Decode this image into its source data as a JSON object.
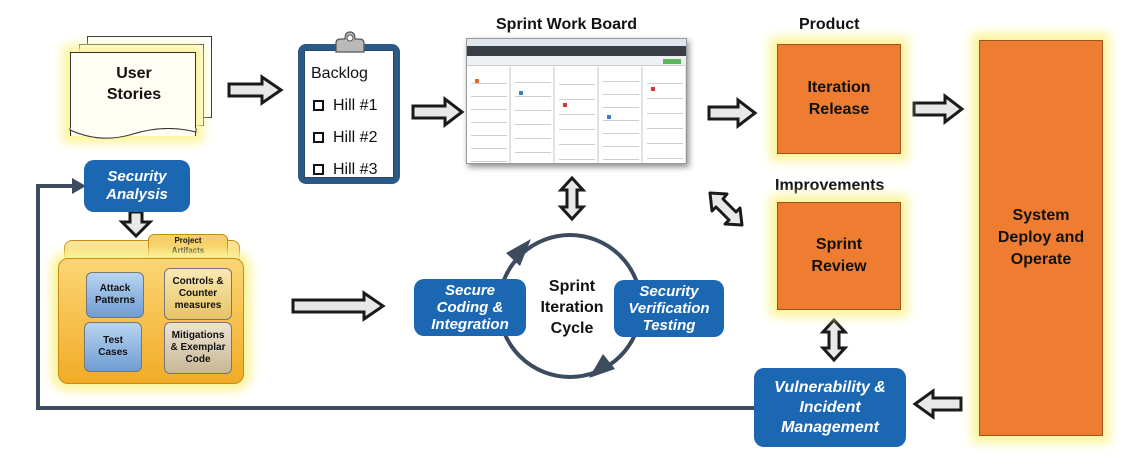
{
  "user_stories": {
    "label_line1": "User",
    "label_line2": "Stories"
  },
  "security_analysis": {
    "line1": "Security",
    "line2": "Analysis"
  },
  "backlog": {
    "title": "Backlog",
    "items": [
      "Hill #1",
      "Hill #2",
      "Hill #3"
    ]
  },
  "sprint_board": {
    "title": "Sprint Work Board"
  },
  "product": {
    "title": "Product",
    "box_line1": "Iteration",
    "box_line2": "Release"
  },
  "improvements": {
    "title": "Improvements",
    "box_line1": "Sprint",
    "box_line2": "Review"
  },
  "system": {
    "line1": "System",
    "line2": "Deploy and",
    "line3": "Operate"
  },
  "project_artifacts": {
    "tab_line1": "Project",
    "tab_line2": "Artifacts",
    "cards": [
      {
        "line1": "Attack",
        "line2": "Patterns",
        "line3": ""
      },
      {
        "line1": "Controls &",
        "line2": "Counter",
        "line3": "measures"
      },
      {
        "line1": "Test",
        "line2": "Cases",
        "line3": ""
      },
      {
        "line1": "Mitigations",
        "line2": "& Exemplar",
        "line3": "Code"
      }
    ]
  },
  "cycle": {
    "line1": "Sprint",
    "line2": "Iteration",
    "line3": "Cycle"
  },
  "secure_coding": {
    "line1": "Secure",
    "line2": "Coding &",
    "line3": "Integration"
  },
  "security_verification": {
    "line1": "Security",
    "line2": "Verification",
    "line3": "Testing"
  },
  "vulnerability": {
    "line1": "Vulnerability &",
    "line2": "Incident",
    "line3": "Management"
  },
  "colors": {
    "orange": "#ee7d31",
    "blue": "#1c67b2",
    "glow": "#fbf49a",
    "arrow": "#2f3e4f"
  }
}
